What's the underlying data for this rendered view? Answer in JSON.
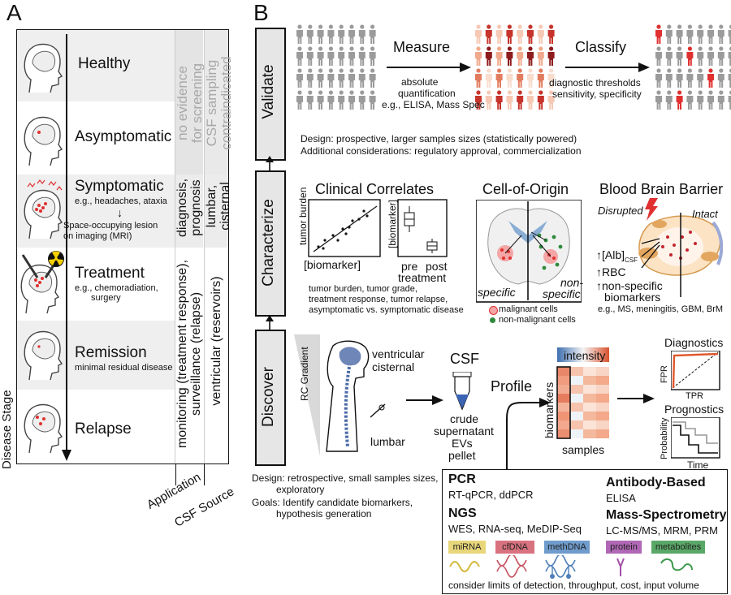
{
  "panelA": {
    "letter": "A",
    "axis_label": "Disease Stage",
    "col_application_label": "Application",
    "col_source_label": "CSF Source",
    "stages": [
      {
        "name": "Healthy",
        "sub": ""
      },
      {
        "name": "Asymptomatic",
        "sub": ""
      },
      {
        "name": "Symptomatic",
        "sub": "e.g., headaches, ataxia",
        "sub2": "Space-occupying lesion",
        "sub3": "on imaging (MRI)"
      },
      {
        "name": "Treatment",
        "sub": "e.g., chemoradiation,",
        "sub2": "surgery"
      },
      {
        "name": "Remission",
        "sub": "minimal residual disease"
      },
      {
        "name": "Relapse",
        "sub": ""
      }
    ],
    "application": {
      "top": "no evidence for screening",
      "top_l1": "no evidence",
      "top_l2": "for screening",
      "mid_l1": "diagnosis,",
      "mid_l2": "prognosis",
      "bot_l1": "monitoring (treatment response),",
      "bot_l2": "surveillance (relapse)"
    },
    "source": {
      "top_l1": "CSF sampling",
      "top_l2": "contraindicated",
      "mid_l1": "lumbar,",
      "mid_l2": "cisternal",
      "bot": "ventricular (reservoirs)"
    }
  },
  "panelB": {
    "letter": "B",
    "steps": [
      "Validate",
      "Characterize",
      "Discover"
    ],
    "validate": {
      "measure": "Measure",
      "measure_sub1": "absolute",
      "measure_sub2": "quantification",
      "measure_sub3": "e.g., ELISA, Mass Spec",
      "classify": "Classify",
      "classify_sub1": "diagnostic thresholds",
      "classify_sub2": "sensitivity, specificity",
      "design": "Design: prospective, larger samples sizes (statistically powered)",
      "considerations": "Additional considerations: regulatory approval, commercialization"
    },
    "characterize": {
      "clinical_title": "Clinical Correlates",
      "scatter_ylabel": "tumor burden",
      "scatter_xlabel": "[biomarker]",
      "box_ylabel": "[biomarker]",
      "box_pre": "pre",
      "box_post": "post",
      "box_xlabel": "treatment",
      "clinical_notes": [
        "tumor burden, tumor grade,",
        "treatment response, tumor relapse,",
        "asymptomatic vs. symptomatic disease"
      ],
      "origin_title": "Cell-of-Origin",
      "origin_specific": "specific",
      "origin_non": "non-",
      "origin_nonspecific": "specific",
      "legend_malignant": "malignant cells",
      "legend_nonmalignant": "non-malignant cells",
      "bbb_title": "Blood Brain Barrier",
      "bbb_disrupted": "Disrupted",
      "bbb_intact": "Intact",
      "bbb_alb": "[Alb]",
      "bbb_alb_sub": "CSF",
      "bbb_rbc": "RBC",
      "bbb_ns1": "non-specific",
      "bbb_ns2": "biomarkers",
      "bbb_eg": "e.g., MS, meningitis, GBM, BrM"
    },
    "discover": {
      "rc_gradient": "RC Gradient",
      "ventricular": "ventricular",
      "cisternal": "cisternal",
      "lumbar": "lumbar",
      "csf": "CSF",
      "csf_items": [
        "crude",
        "supernatant",
        "EVs",
        "pellet"
      ],
      "profile": "Profile",
      "intensity": "intensity",
      "biomarkers": "biomarkers",
      "samples": "samples",
      "diagnostics": "Diagnostics",
      "fpr": "FPR",
      "tpr": "TPR",
      "prognostics": "Prognostics",
      "probability": "Probability",
      "time": "Time",
      "design": "Design: retrospective, small samples sizes,",
      "design2": "exploratory",
      "goals": "Goals: Identify candidate biomarkers,",
      "goals2": "hypothesis generation"
    },
    "methods": {
      "pcr": "PCR",
      "pcr_sub": "RT-qPCR, ddPCR",
      "ngs": "NGS",
      "ngs_sub": "WES, RNA-seq, MeDIP-Seq",
      "antibody": "Antibody-Based",
      "antibody_sub": "ELISA",
      "ms": "Mass-Spectrometry",
      "ms_sub": "LC-MS/MS, MRM, PRM",
      "tags": [
        "miRNA",
        "cfDNA",
        "methDNA",
        "protein",
        "metabolites"
      ],
      "footer": "consider limits of detection, throughput, cost, input volume"
    }
  },
  "colors": {
    "tag_mirna": "#e8d67a",
    "tag_cfdna": "#d9727f",
    "tag_methdna": "#6f9ccc",
    "tag_protein": "#b067b5",
    "tag_metabolites": "#5aa867",
    "heat_header": "#d96a4a"
  }
}
